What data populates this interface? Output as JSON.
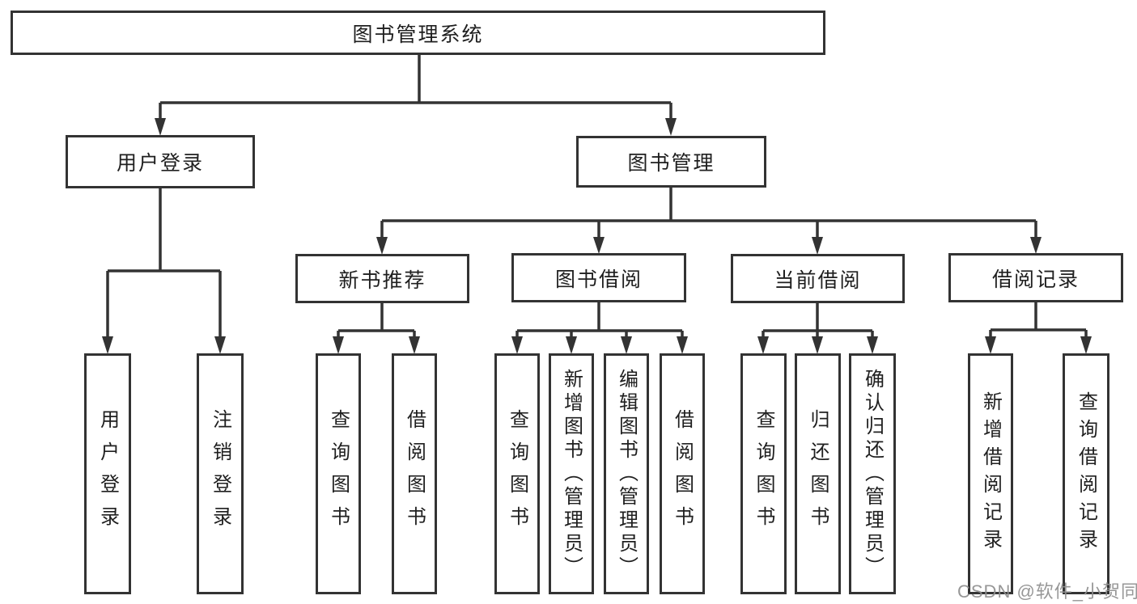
{
  "diagram": {
    "type": "hierarchy-tree",
    "title": "图书管理系统",
    "colors": {
      "background": "#ffffff",
      "box_border": "#333333",
      "line": "#333333",
      "arrowhead": "#333333",
      "text": "#1f1f1f",
      "watermark": "#8e8e8e"
    },
    "watermark": "CSDN @软件_小贺同学",
    "nodes": {
      "root": {
        "label": "图书管理系统"
      },
      "user_login": {
        "label": "用户登录"
      },
      "book_mgmt": {
        "label": "图书管理"
      },
      "new_books": {
        "label": "新书推荐"
      },
      "book_borrow": {
        "label": "图书借阅"
      },
      "current_borrow": {
        "label": "当前借阅"
      },
      "borrow_records": {
        "label": "借阅记录"
      },
      "leaf_user_login": {
        "label": "用户登录"
      },
      "leaf_logout": {
        "label": "注销登录"
      },
      "leaf_nb_query": {
        "label": "查询图书"
      },
      "leaf_nb_borrow": {
        "label": "借阅图书"
      },
      "leaf_bb_query": {
        "label": "查询图书"
      },
      "leaf_bb_add": {
        "label": "新增图书（管理员）"
      },
      "leaf_bb_edit": {
        "label": "编辑图书（管理员）"
      },
      "leaf_bb_borrow": {
        "label": "借阅图书"
      },
      "leaf_cb_query": {
        "label": "查询图书"
      },
      "leaf_cb_return": {
        "label": "归还图书"
      },
      "leaf_cb_confirm": {
        "label": "确认归还（管理员）"
      },
      "leaf_br_add": {
        "label": "新增借阅记录"
      },
      "leaf_br_query": {
        "label": "查询借阅记录"
      }
    },
    "edges": [
      [
        "root",
        "user_login"
      ],
      [
        "root",
        "book_mgmt"
      ],
      [
        "user_login",
        "leaf_user_login"
      ],
      [
        "user_login",
        "leaf_logout"
      ],
      [
        "book_mgmt",
        "new_books"
      ],
      [
        "book_mgmt",
        "book_borrow"
      ],
      [
        "book_mgmt",
        "current_borrow"
      ],
      [
        "book_mgmt",
        "borrow_records"
      ],
      [
        "new_books",
        "leaf_nb_query"
      ],
      [
        "new_books",
        "leaf_nb_borrow"
      ],
      [
        "book_borrow",
        "leaf_bb_query"
      ],
      [
        "book_borrow",
        "leaf_bb_add"
      ],
      [
        "book_borrow",
        "leaf_bb_edit"
      ],
      [
        "book_borrow",
        "leaf_bb_borrow"
      ],
      [
        "current_borrow",
        "leaf_cb_query"
      ],
      [
        "current_borrow",
        "leaf_cb_return"
      ],
      [
        "current_borrow",
        "leaf_cb_confirm"
      ],
      [
        "borrow_records",
        "leaf_br_add"
      ],
      [
        "borrow_records",
        "leaf_br_query"
      ]
    ]
  }
}
